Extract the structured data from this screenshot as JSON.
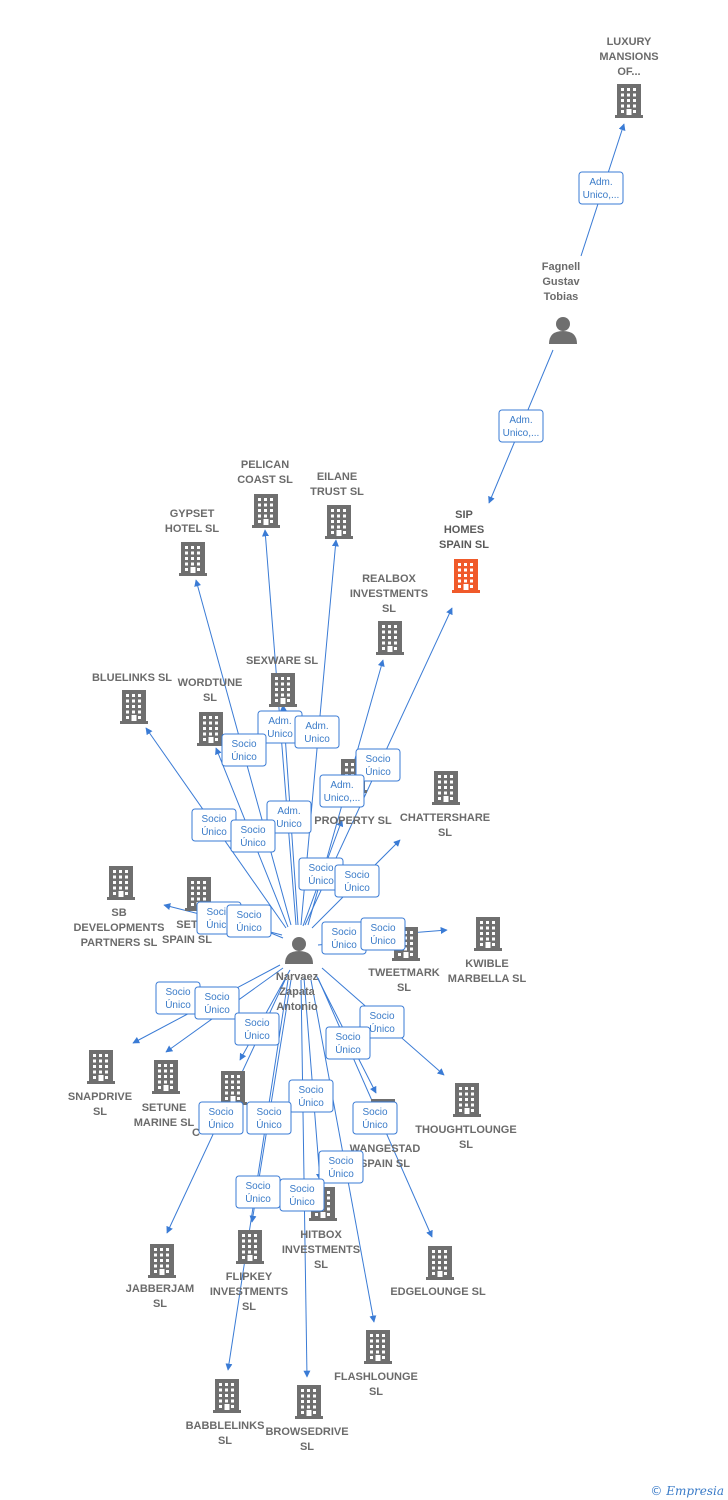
{
  "colors": {
    "edge": "#3a7bd5",
    "building": "#6f6f6f",
    "focus": "#f05a2a",
    "person": "#6f6f6f"
  },
  "nodes": [
    {
      "id": "luxury",
      "type": "company",
      "label": [
        "LUXURY",
        "MANSIONS",
        "OF..."
      ]
    },
    {
      "id": "fagnell",
      "type": "person",
      "label": [
        "Fagnell",
        "Gustav",
        "Tobias"
      ]
    },
    {
      "id": "sip",
      "type": "company",
      "focus": true,
      "label": [
        "SIP",
        "HOMES",
        "SPAIN  SL"
      ]
    },
    {
      "id": "narvaez",
      "type": "person",
      "label": [
        "Narvaez",
        "Zapata",
        "Antonio"
      ]
    },
    {
      "id": "pelican",
      "type": "company",
      "label": [
        "PELICAN",
        "COAST SL"
      ]
    },
    {
      "id": "eilane",
      "type": "company",
      "label": [
        "EILANE",
        "TRUST  SL"
      ]
    },
    {
      "id": "gypset",
      "type": "company",
      "label": [
        "GYPSET",
        "HOTEL  SL"
      ]
    },
    {
      "id": "realbox",
      "type": "company",
      "label": [
        "REALBOX",
        "INVESTMENTS",
        "SL"
      ]
    },
    {
      "id": "sexware",
      "type": "company",
      "label": [
        "SEXWARE SL"
      ]
    },
    {
      "id": "bluelinks",
      "type": "company",
      "label": [
        "BLUELINKS  SL"
      ]
    },
    {
      "id": "wordtune",
      "type": "company",
      "label": [
        "WORDTUNE",
        "SL"
      ]
    },
    {
      "id": "property",
      "type": "company",
      "label": [
        "PROPERTY  SL"
      ]
    },
    {
      "id": "chattershare",
      "type": "company",
      "label": [
        "CHATTERSHARE",
        "SL"
      ]
    },
    {
      "id": "sbdev",
      "type": "company",
      "label": [
        "SB",
        "DEVELOPMENTS",
        "PARTNERS  SL"
      ]
    },
    {
      "id": "setspain",
      "type": "company",
      "label": [
        "SET",
        "SPAIN  SL"
      ]
    },
    {
      "id": "tweetmark",
      "type": "company",
      "label": [
        "TWEETMARK",
        "SL"
      ]
    },
    {
      "id": "kwible",
      "type": "company",
      "label": [
        "KWIBLE",
        "MARBELLA  SL"
      ]
    },
    {
      "id": "snapdrive",
      "type": "company",
      "label": [
        "SNAPDRIVE",
        "SL"
      ]
    },
    {
      "id": "setunemarine",
      "type": "company",
      "label": [
        "SETUNE",
        "MARINE  SL"
      ]
    },
    {
      "id": "hidden1",
      "type": "company",
      "label": [
        "C"
      ]
    },
    {
      "id": "thoughtlounge",
      "type": "company",
      "label": [
        "THOUGHTLOUNGE",
        "SL"
      ]
    },
    {
      "id": "wangestad",
      "type": "company",
      "label": [
        "WANGESTAD",
        "SPAIN  SL"
      ]
    },
    {
      "id": "hitbox",
      "type": "company",
      "label": [
        "HITBOX",
        "INVESTMENTS",
        "SL"
      ]
    },
    {
      "id": "jabberjam",
      "type": "company",
      "label": [
        "JABBERJAM",
        "SL"
      ]
    },
    {
      "id": "flipkey",
      "type": "company",
      "label": [
        "FLIPKEY",
        "INVESTMENTS",
        "SL"
      ]
    },
    {
      "id": "edgelounge",
      "type": "company",
      "label": [
        "EDGELOUNGE SL"
      ]
    },
    {
      "id": "flashlounge",
      "type": "company",
      "label": [
        "FLASHLOUNGE",
        "SL"
      ]
    },
    {
      "id": "babblelinks",
      "type": "company",
      "label": [
        "BABBLELINKS",
        "SL"
      ]
    },
    {
      "id": "browsedrive",
      "type": "company",
      "label": [
        "BROWSEDRIVE",
        "SL"
      ]
    }
  ],
  "edges": [
    {
      "from": "fagnell",
      "to": "luxury",
      "badge": [
        "Adm.",
        "Unico,..."
      ]
    },
    {
      "from": "fagnell",
      "to": "sip",
      "badge": [
        "Adm.",
        "Unico,..."
      ]
    },
    {
      "from": "narvaez",
      "to": "sip",
      "badge": [
        "Socio",
        "Único"
      ]
    },
    {
      "from": "narvaez",
      "to": "pelican",
      "badge": [
        "Adm.",
        "Unico"
      ]
    },
    {
      "from": "narvaez",
      "to": "eilane",
      "badge": [
        "Adm.",
        "Unico"
      ]
    },
    {
      "from": "narvaez",
      "to": "gypset",
      "badge": [
        "Socio",
        "Único"
      ]
    },
    {
      "from": "narvaez",
      "to": "realbox",
      "badge": [
        "Adm.",
        "Unico,..."
      ]
    },
    {
      "from": "narvaez",
      "to": "sexware",
      "badge": [
        "Adm.",
        "Unico"
      ]
    },
    {
      "from": "narvaez",
      "to": "bluelinks",
      "badge": [
        "Socio",
        "Único"
      ]
    },
    {
      "from": "narvaez",
      "to": "wordtune",
      "badge": [
        "Socio",
        "Único"
      ]
    },
    {
      "from": "narvaez",
      "to": "property",
      "badge": [
        "Socio",
        "Único"
      ]
    },
    {
      "from": "narvaez",
      "to": "chattershare",
      "badge": [
        "Socio",
        "Único"
      ]
    },
    {
      "from": "narvaez",
      "to": "sbdev",
      "badge": [
        "Socio",
        "Único"
      ]
    },
    {
      "from": "narvaez",
      "to": "setspain",
      "badge": [
        "Socio",
        "Único"
      ]
    },
    {
      "from": "narvaez",
      "to": "tweetmark",
      "badge": [
        "Socio",
        "Único"
      ]
    },
    {
      "from": "narvaez",
      "to": "kwible",
      "badge": [
        "Socio",
        "Único"
      ]
    },
    {
      "from": "narvaez",
      "to": "snapdrive",
      "badge": [
        "Socio",
        "Único"
      ]
    },
    {
      "from": "narvaez",
      "to": "setunemarine",
      "badge": [
        "Socio",
        "Único"
      ]
    },
    {
      "from": "narvaez",
      "to": "hidden1",
      "badge": [
        "Socio",
        "Único"
      ]
    },
    {
      "from": "narvaez",
      "to": "thoughtlounge",
      "badge": [
        "Socio",
        "Único"
      ]
    },
    {
      "from": "narvaez",
      "to": "wangestad",
      "badge": [
        "Socio",
        "Único"
      ]
    },
    {
      "from": "narvaez",
      "to": "hitbox",
      "badge": [
        "Socio",
        "Único"
      ]
    },
    {
      "from": "narvaez",
      "to": "jabberjam",
      "badge": [
        "Socio",
        "Único"
      ]
    },
    {
      "from": "narvaez",
      "to": "flipkey",
      "badge": [
        "Socio",
        "Único"
      ]
    },
    {
      "from": "narvaez",
      "to": "edgelounge",
      "badge": [
        "Socio",
        "Único"
      ]
    },
    {
      "from": "narvaez",
      "to": "flashlounge",
      "badge": [
        "Socio",
        "Único"
      ]
    },
    {
      "from": "narvaez",
      "to": "babblelinks",
      "badge": [
        "Socio",
        "Único"
      ]
    },
    {
      "from": "narvaez",
      "to": "browsedrive",
      "badge": [
        "Socio",
        "Único"
      ]
    }
  ],
  "footer": {
    "copyright": "©",
    "brand": "Empresia"
  }
}
